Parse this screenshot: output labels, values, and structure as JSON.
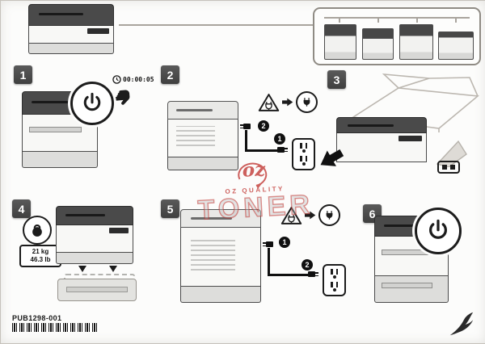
{
  "sheet": {
    "part_number": "PUB1298-001"
  },
  "steps": [
    {
      "label": "1",
      "timer": "00:00:05"
    },
    {
      "label": "2",
      "port_step": "2",
      "outlet_step": "1"
    },
    {
      "label": "3"
    },
    {
      "label": "4",
      "weight_kg": "21 kg",
      "weight_lb": "46.3 lb"
    },
    {
      "label": "5",
      "port_step": "1",
      "outlet_step": "2"
    },
    {
      "label": "6"
    }
  ],
  "watermark": {
    "script": "oz",
    "quality": "OZ QUALITY",
    "brand": "TONER"
  },
  "icons": {
    "power": "power-symbol-in-circle",
    "press_hand": "pressing-hand",
    "timer_clock": "clock",
    "warning": "warning-triangle-with-plug",
    "grounded_outlet": "plug-in-circle",
    "outlet": "wall-outlet",
    "weight": "kettlebell-in-circle",
    "logo_bird": "hummingbird-logo"
  },
  "colors": {
    "accent_red": "#c23a36",
    "step_badge": "#4d4d4d",
    "ink": "#1c1c1c"
  }
}
